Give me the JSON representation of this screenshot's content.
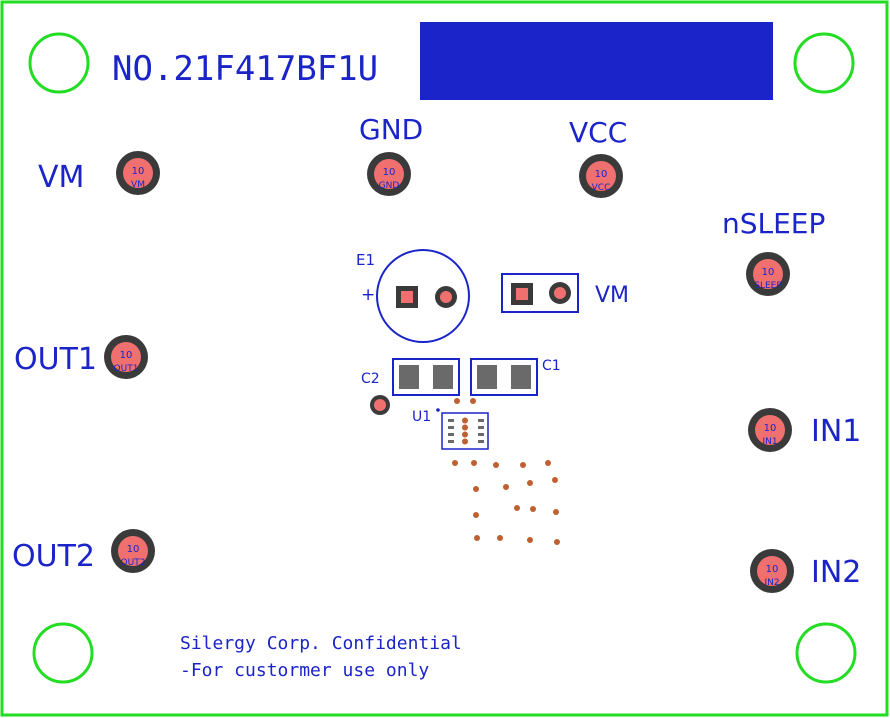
{
  "board": {
    "part_number": "NO.21F417BF1U",
    "colors": {
      "outline": "#22dd22",
      "silkscreen": "#1a24c8",
      "pad_ring": "#3a3a3a",
      "pad_core": "#f07070",
      "smd_pad": "#6a6a6a",
      "via": "#c06030",
      "label_block": "#1a24c8"
    }
  },
  "testpoints": [
    {
      "label": "VM",
      "size": "10",
      "net": "VM"
    },
    {
      "label": "GND",
      "size": "10",
      "net": "GND"
    },
    {
      "label": "VCC",
      "size": "10",
      "net": "VCC"
    },
    {
      "label": "nSLEEP",
      "size": "10",
      "net": "SLEEP"
    },
    {
      "label": "OUT1",
      "size": "10",
      "net": "OUT1"
    },
    {
      "label": "OUT2",
      "size": "10",
      "net": "OUT2"
    },
    {
      "label": "IN1",
      "size": "10",
      "net": "IN1"
    },
    {
      "label": "IN2",
      "size": "10",
      "net": "IN2"
    }
  ],
  "components": {
    "e1": "E1",
    "e1_polarity": "+",
    "connector": "VM",
    "c1": "C1",
    "c2": "C2",
    "u1": "U1"
  },
  "notice": {
    "line1": "Silergy Corp. Confidential",
    "line2": "-For custormer use only"
  }
}
